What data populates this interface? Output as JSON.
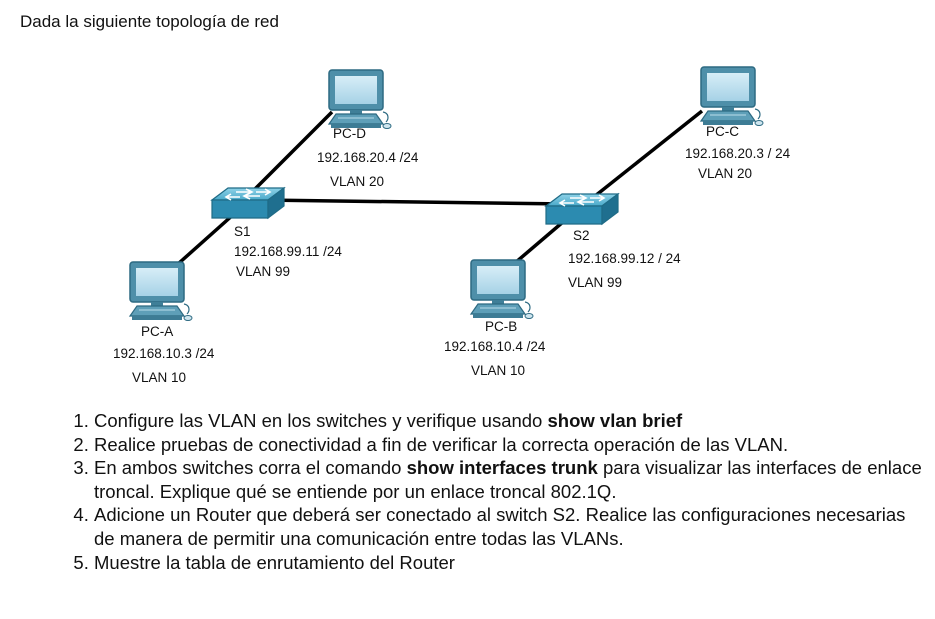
{
  "title": "Dada la siguiente topología de red",
  "nodes": {
    "pc_d": {
      "name": "PC-D",
      "ip": "192.168.20.4 /24",
      "vlan": "VLAN 20"
    },
    "pc_c": {
      "name": "PC-C",
      "ip": "192.168.20.3 / 24",
      "vlan": "VLAN 20"
    },
    "s1": {
      "name": "S1",
      "ip": "192.168.99.11 /24",
      "vlan": "VLAN 99"
    },
    "s2": {
      "name": "S2",
      "ip": "192.168.99.12 / 24",
      "vlan": "VLAN 99"
    },
    "pc_a": {
      "name": "PC-A",
      "ip": "192.168.10.3 /24",
      "vlan": "VLAN 10"
    },
    "pc_b": {
      "name": "PC-B",
      "ip": "192.168.10.4 /24",
      "vlan": "VLAN 10"
    }
  },
  "tasks": [
    {
      "pre": "Configure las VLAN en los switches y verifique usando ",
      "bold": "show vlan brief",
      "post": ""
    },
    {
      "pre": "Realice pruebas de conectividad a fin de verificar la correcta operación de las VLAN.",
      "bold": "",
      "post": ""
    },
    {
      "pre": "En ambos switches corra el comando ",
      "bold": "show interfaces trunk",
      "post": " para visualizar las interfaces de enlace troncal. Explique qué se entiende por un enlace troncal 802.1Q."
    },
    {
      "pre": "Adicione un Router que deberá ser conectado al switch S2. Realice las configuraciones necesarias de manera de permitir una comunicación entre todas las VLANs.",
      "bold": "",
      "post": ""
    },
    {
      "pre": "Muestre la tabla de enrutamiento del Router",
      "bold": "",
      "post": ""
    }
  ]
}
